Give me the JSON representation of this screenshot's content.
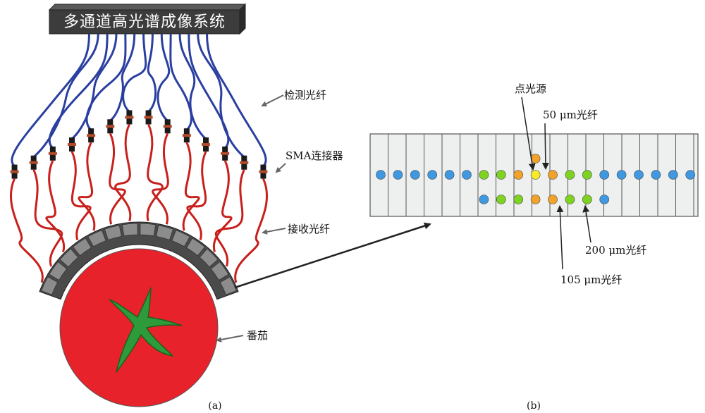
{
  "panel_a": {
    "system_label": "多通道高光谱成像系统",
    "detection_fiber_label": "检测光纤",
    "sma_label": "SMA连接器",
    "receiving_fiber_label": "接收光纤",
    "tomato_label": "番茄",
    "caption": "(a)"
  },
  "panel_b": {
    "point_source_label": "点光源",
    "fiber_50_label": "50 μm光纤",
    "fiber_200_label": "200 μm光纤",
    "fiber_105_label": "105 μm光纤",
    "caption": "(b)",
    "fiber_row_upper": [
      "blue",
      "blue",
      "blue",
      "blue",
      "blue",
      "blue",
      "green",
      "green",
      "orange",
      "yellow",
      "orange",
      "green",
      "green",
      "blue",
      "blue",
      "blue",
      "blue",
      "blue",
      "blue"
    ],
    "fiber_row_lower": [
      "blue",
      "green",
      "green",
      "orange",
      "orange",
      "green",
      "green",
      "blue"
    ],
    "fiber_top_single": "orange"
  },
  "colors": {
    "blue_fiber": "#2a3fa0",
    "red_fiber": "#c8201c",
    "tomato": "#e8222a",
    "leaf": "#2e9b3a",
    "dot_blue": "#3f98e0",
    "dot_green": "#7ed321",
    "dot_orange": "#f2a22a",
    "dot_yellow": "#f7ea2a",
    "box": "#3a3a3a"
  }
}
